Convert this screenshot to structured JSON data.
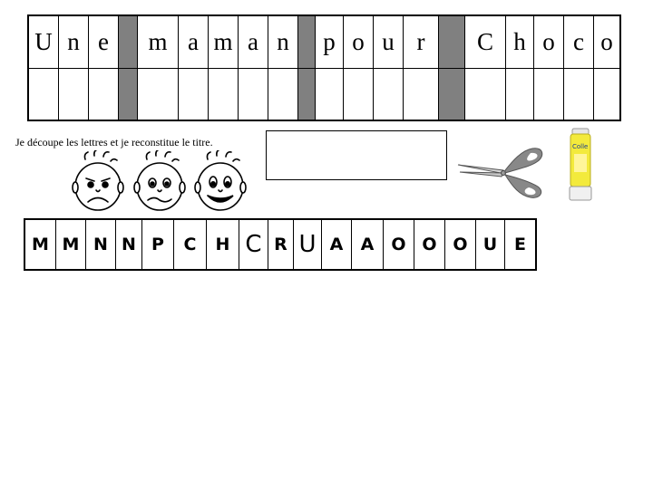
{
  "title_cells": [
    "U",
    "n",
    "e",
    "",
    "m",
    "a",
    "m",
    "a",
    "n",
    "",
    "p",
    "o",
    "u",
    "r",
    "",
    "C",
    "h",
    "o",
    "c",
    "o"
  ],
  "instruction": "Je découpe les lettres et je reconstitue le titre.",
  "scramble_cells": [
    "M",
    "M",
    "N",
    "N",
    "P",
    "C",
    "H",
    "C",
    "R",
    "U",
    "A",
    "A",
    "O",
    "O",
    "O",
    "U",
    "E"
  ],
  "icons": [
    "faces-icon",
    "scissors-icon",
    "glue-stick-icon"
  ],
  "glue_label": "Colle",
  "colors": {
    "separator": "#808080",
    "glue_body": "#f3ea3c",
    "scissor_handle": "#888888"
  }
}
